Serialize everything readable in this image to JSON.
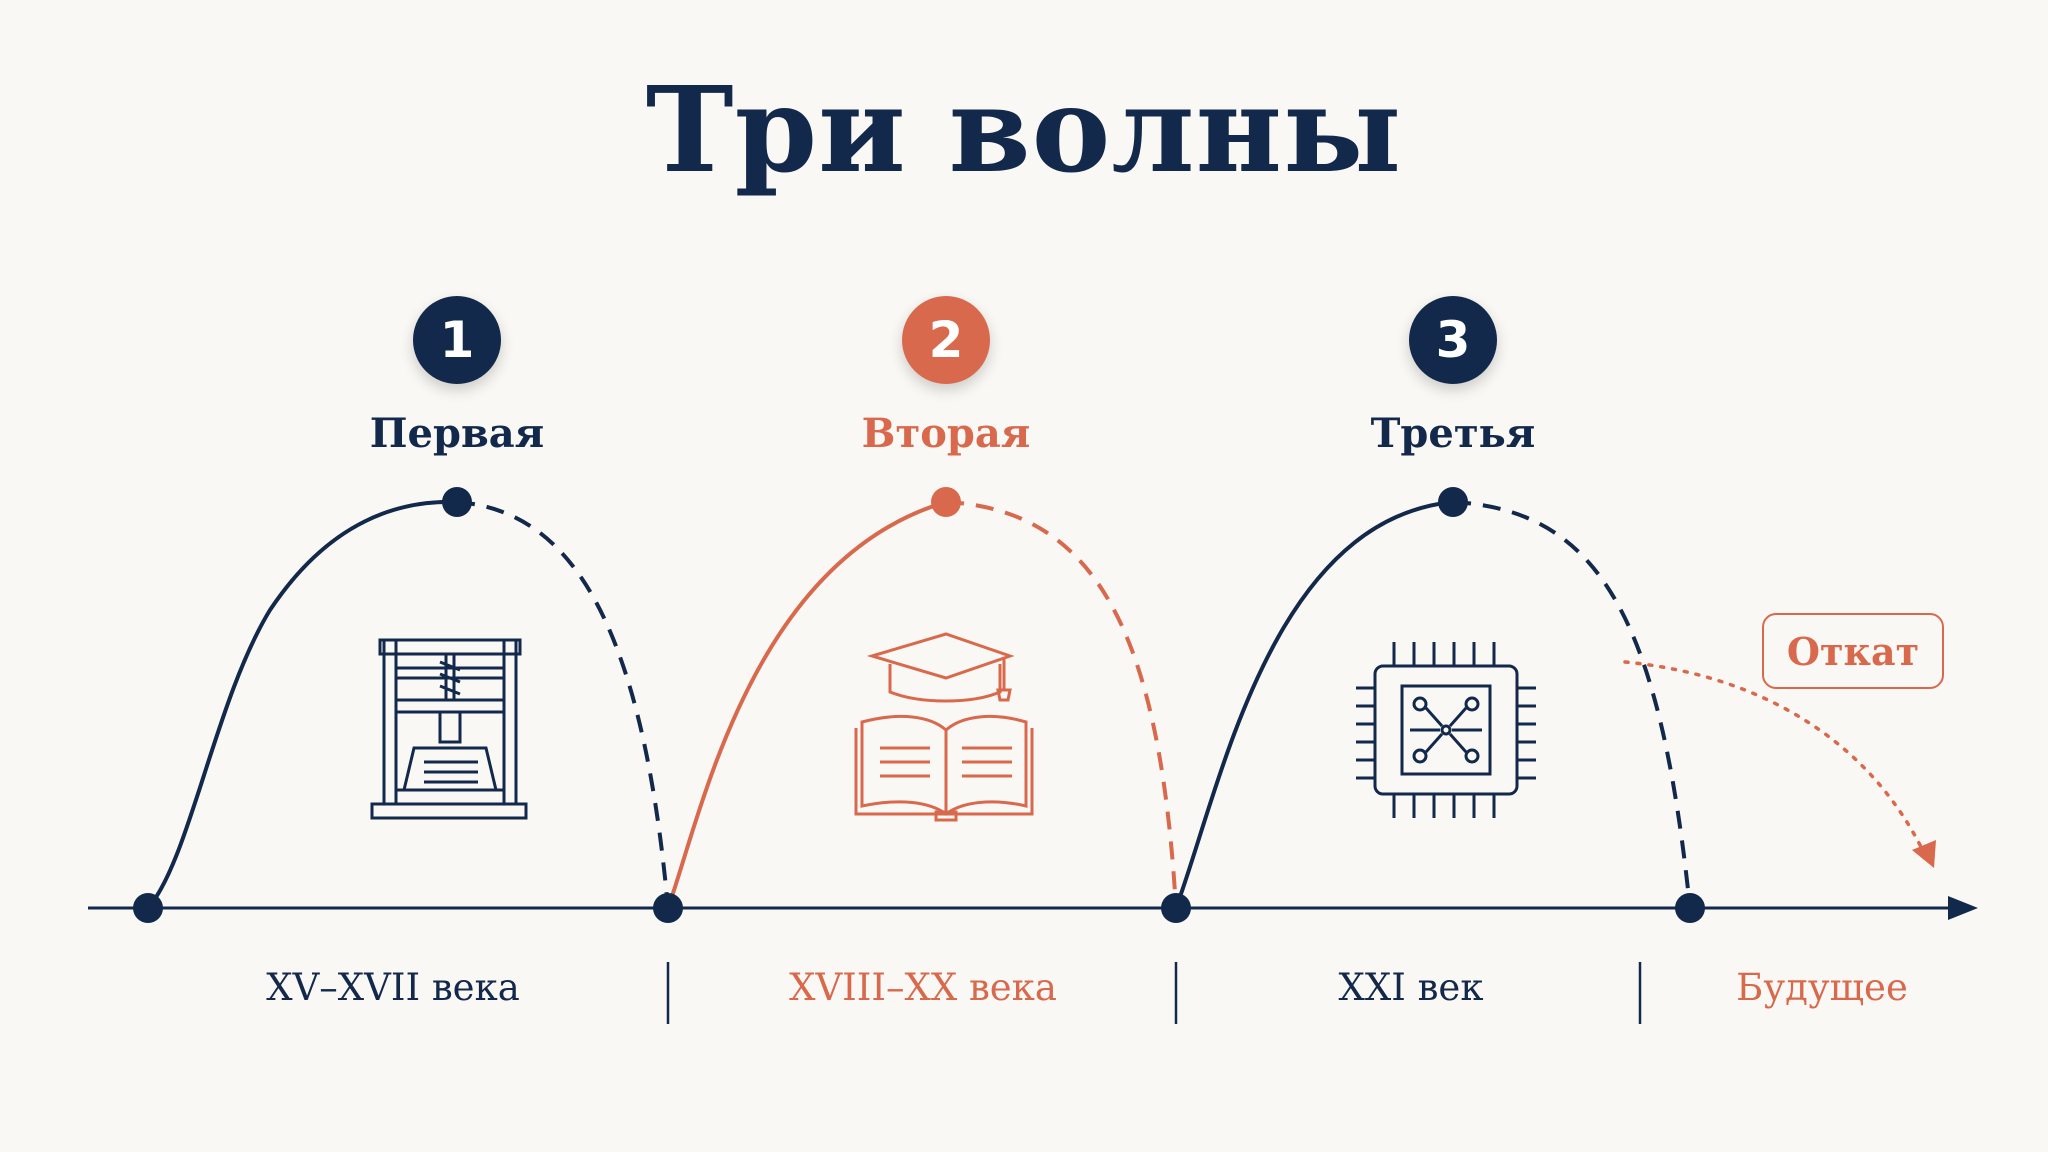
{
  "title": "Три волны",
  "colors": {
    "navy": "#13294b",
    "orange": "#d9694d",
    "background": "#faf8f4"
  },
  "waves": [
    {
      "number": "1",
      "label": "Первая",
      "icon": "printing-press-icon",
      "color": "#13294b"
    },
    {
      "number": "2",
      "label": "Вторая",
      "icon": "graduation-book-icon",
      "color": "#d9694d"
    },
    {
      "number": "3",
      "label": "Третья",
      "icon": "microchip-icon",
      "color": "#13294b"
    }
  ],
  "eras": [
    {
      "label": "XV–XVII века",
      "color": "#13294b"
    },
    {
      "label": "XVIII–XX века",
      "color": "#d9694d"
    },
    {
      "label": "XXI век",
      "color": "#13294b"
    },
    {
      "label": "Будущее",
      "color": "#d9694d"
    }
  ],
  "rollback": {
    "label": "Откат",
    "color": "#d9694d"
  }
}
